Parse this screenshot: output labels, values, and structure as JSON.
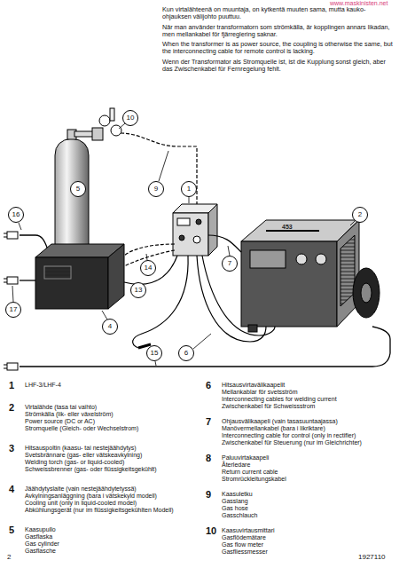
{
  "diagram": {
    "labels": [
      "www.maskinisten.net",
      "Kun virtalähteenä on muuntaja, on kytkentä muuten sama, mutta kauko-ohjauksen välijohto puuttuu.",
      "När man använder transformatorn som strömkälla, är kopplingen annars likadan, men mellankabel för fjärreglering saknar.",
      "When the transformer is as power source, the coupling is otherwise the same, but the interconnecting cable for remote control is lacking.",
      "Wenn der Transformator als Stromquelle ist, ist die Kupplung sonst gleich, aber das Zwischenkabel für Fernregelung fehlt.",
      "10",
      "5",
      "9",
      "1",
      "16",
      "2",
      "14",
      "7",
      "13",
      "17",
      "4",
      "15",
      "6",
      "453",
      "1",
      "LHF-3/LHF-4",
      "2",
      "Virtalähde (tasa tai vaihto)",
      "Strömkälla (lik- eller växelström)",
      "Power source (DC or AC)",
      "Stromquelle (Gleich- oder Wechselstrom)",
      "3",
      "Hitsauspoltin (kaasu- tai nestejäähdytys)",
      "Svetsbrännare (gas- eller vätskeavkylning)",
      "Welding torch (gas- or liquid-cooled)",
      "Schweissbrenner (gas- oder flüssigkeitsgekühlt)",
      "4",
      "Jäähdytyslaite (vain nestejäähdytetyssä)",
      "Avkylningsanläggning (bara i vätskekyld modell)",
      "Cooling unit (only in liquid-cooled model)",
      "Abkühlungsgerät (nur im flüssigkeitsgekühlten Modell)",
      "5",
      "Kaasupullo",
      "Gasflaska",
      "Gas cylinder",
      "Gasflasche",
      "6",
      "Hitsausvirtavälikaapelit",
      "Mellankablar för svetsström",
      "Interconnecting cables for welding current",
      "Zwischenkabel für Schweissstrom",
      "7",
      "Ohjausvälikaapeli (vain tasasuuntaajassa)",
      "Manövermellankabel (bara i likriktare)",
      "Interconnecting cable for control (only in rectifier)",
      "Zwischenkabel für Steuerung (nur im Gleichrichter)",
      "8",
      "Paluuvirtakaapeli",
      "Återledare",
      "Return current cable",
      "Stromrückleitungskabel",
      "9",
      "Kaasuletku",
      "Gasslang",
      "Gas hose",
      "Gasschlauch",
      "10",
      "Kaasuvirtausmittari",
      "Gasflödemätare",
      "Gas flow meter",
      "Gasfliessmesser",
      "2",
      "1927110"
    ]
  }
}
